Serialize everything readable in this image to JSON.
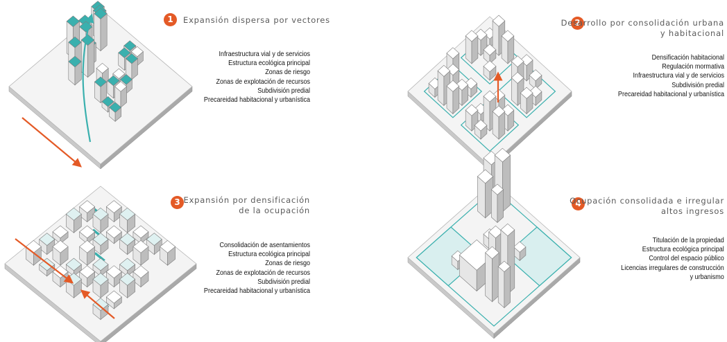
{
  "colors": {
    "accent": "#e45a26",
    "teal": "#3ab0ae"
  },
  "panels": [
    {
      "number": "1",
      "title_lines": [
        "Expansión dispersa por vectores"
      ],
      "items": [
        "Infraestructura vial y de servicios",
        "Estructura ecológica principal",
        "Zonas de riesgo",
        "Zonas de explotación de recursos",
        "Subdivisión predial",
        "Precareidad habitacional y urbanística"
      ]
    },
    {
      "number": "2",
      "title_lines": [
        "Desarrollo por consolidación urbana",
        "y habitacional"
      ],
      "items": [
        "Densificación habitacional",
        "Regulación mormativa",
        "Infraestructura vial y de servicios",
        "Subdivisión predial",
        "Precareidad habitacional y urbanística"
      ]
    },
    {
      "number": "3",
      "title_lines": [
        "Expansión por densificación",
        "de la ocupación"
      ],
      "items": [
        "Consolidación de asentamientos",
        "Estructura ecológica principal",
        "Zonas de riesgo",
        "Zonas de explotación de recursos",
        "Subdivisión predial",
        "Precareidad habitacional y urbanística"
      ]
    },
    {
      "number": "4",
      "title_lines": [
        "Ocupación consolidada e irregular",
        "altos ingresos"
      ],
      "items": [
        "Titulación de la propiedad",
        "Estructura ecológica principal",
        "Control del espacio público",
        "Licencias irregulares de construcción",
        "y urbanismo"
      ]
    }
  ]
}
